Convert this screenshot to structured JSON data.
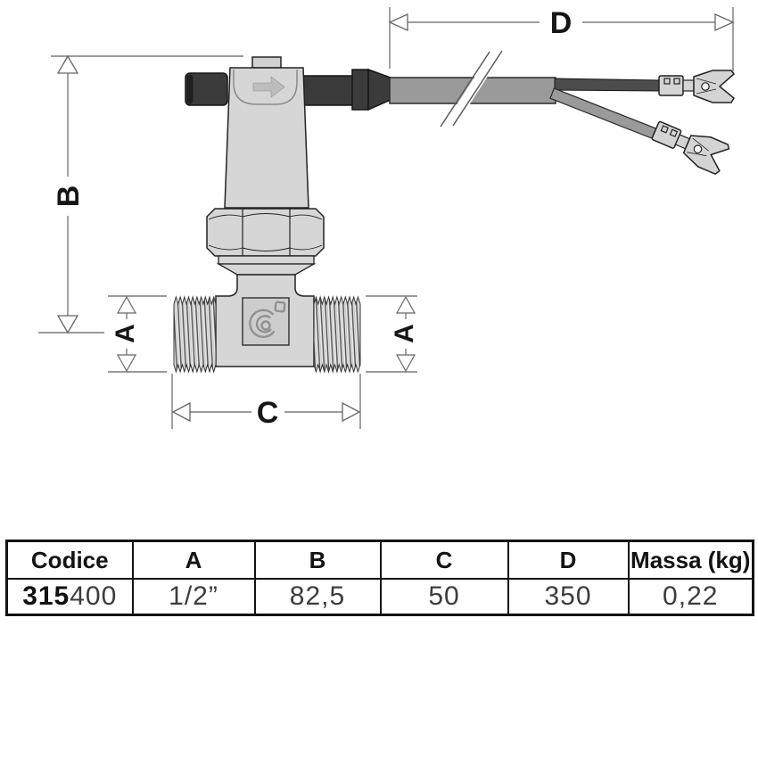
{
  "diagram": {
    "labels": {
      "d": "D",
      "b": "B",
      "a_left": "A",
      "a_right": "A",
      "c": "C"
    },
    "colors": {
      "body_gray": "#d6d6d6",
      "dark_gray": "#3b3b3b",
      "cable_gray": "#9a9a9a",
      "wire_dark": "#4c4c4c",
      "outline": "#222222",
      "dimension_line": "#7b7b7b",
      "logo_plate": "#cdcdcd",
      "logo_line": "#919191"
    }
  },
  "table": {
    "headers": [
      "Codice",
      "A",
      "B",
      "C",
      "D",
      "Massa (kg)"
    ],
    "row": {
      "codice_bold": "315",
      "codice_regular": "400",
      "a": "1/2”",
      "b": "82,5",
      "c": "50",
      "d": "350",
      "massa": "0,22"
    }
  }
}
